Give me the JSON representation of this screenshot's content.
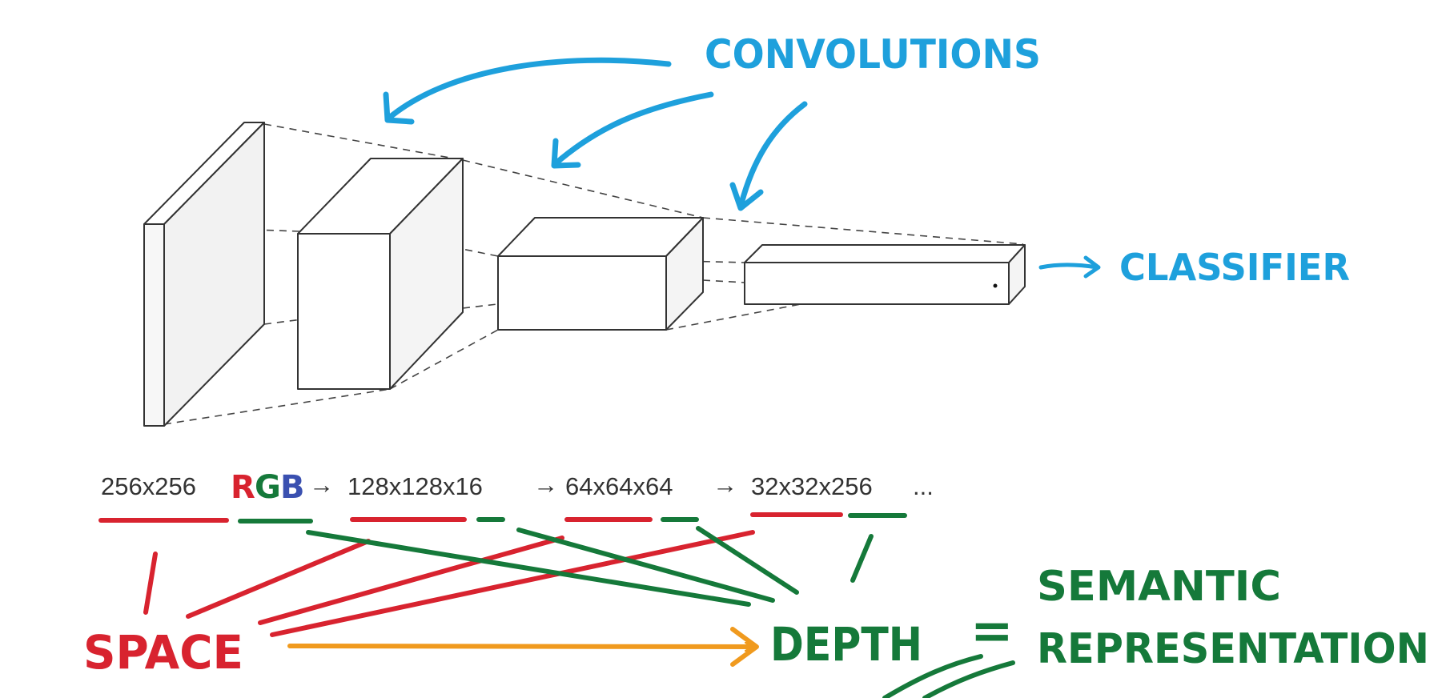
{
  "labels": {
    "convolutions": "CONVOLUTIONS",
    "classifier": "CLASSIFIER",
    "space": "SPACE",
    "depth": "DEPTH",
    "equals": "=",
    "semantic": "SEMANTIC",
    "representation": "REPRESENTATION"
  },
  "dimensions": {
    "input_size": "256x256",
    "rgb_r": "R",
    "rgb_g": "G",
    "rgb_b": "B",
    "arrow": "→",
    "layer1": "128x128x16",
    "layer2": "64x64x64",
    "layer3": "32x32x256",
    "ellipsis": "..."
  },
  "colors": {
    "blue": "#1ea0dc",
    "red": "#d8232f",
    "green": "#15793a",
    "orange": "#f09a1e",
    "rgb_blue": "#3a50b0",
    "ink": "#333333"
  }
}
